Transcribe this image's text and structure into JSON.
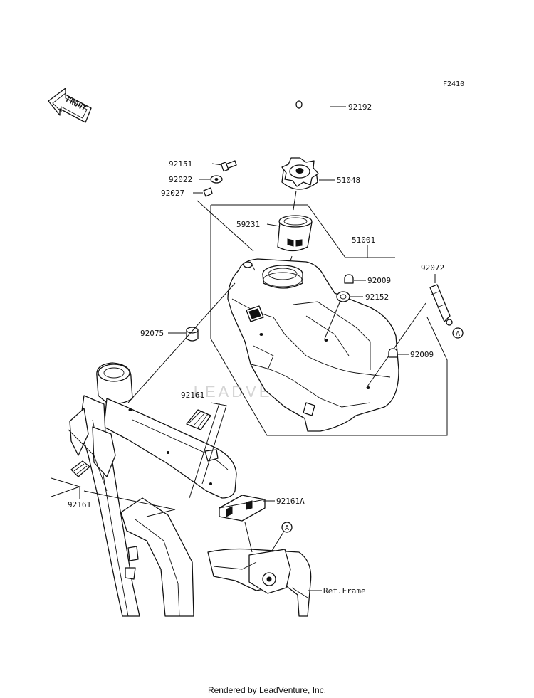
{
  "diagram_code": "F2410",
  "front_arrow_label": "FRONT",
  "watermark": "LEADVENTURE",
  "footer_text": "Rendered by LeadVenture, Inc.",
  "callout_letter": "A",
  "parts": {
    "fuel_tube": "92192",
    "fuel_cap": "51048",
    "bolt": "92151",
    "washer": "92022",
    "collar": "92027",
    "filter": "59231",
    "fuel_tank": "51001",
    "grommet_top": "92009",
    "damper": "92152",
    "strap": "92072",
    "rubber_damper": "92075",
    "grommet_side": "92009",
    "pad_center": "92161",
    "pad_left": "92161",
    "pad_rear": "92161A",
    "frame_ref": "Ref.Frame"
  }
}
